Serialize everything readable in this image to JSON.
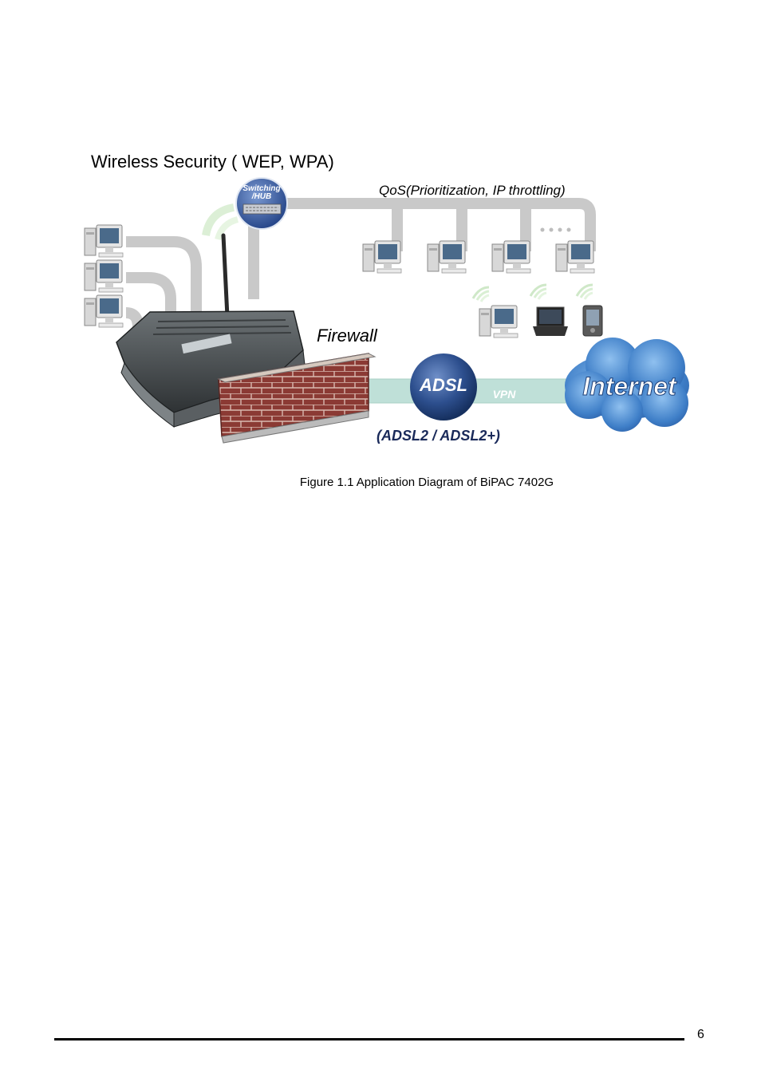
{
  "figure": {
    "labels": {
      "wireless_security": "Wireless Security ( WEP, WPA)",
      "switch_hub_line1": "Switching",
      "switch_hub_line2": "/HUB",
      "qos": "QoS(Prioritization, IP throttling)",
      "firewall": "Firewall",
      "adsl": "ADSL",
      "vpn": "VPN",
      "internet": "Internet",
      "adsl_modes": "(ADSL2 / ADSL2+)"
    },
    "caption": "Figure 1.1 Application Diagram of  BiPAC 7402G",
    "colors": {
      "cable": "#c9c9c9",
      "vpn_band": "#bfe0d8",
      "brick": "#8b3a34",
      "adsl_globe": "#2d4f8e",
      "internet_cloud": "#3f7fc8",
      "router": "#4a4f52"
    }
  },
  "footer": {
    "page_number": "6"
  }
}
